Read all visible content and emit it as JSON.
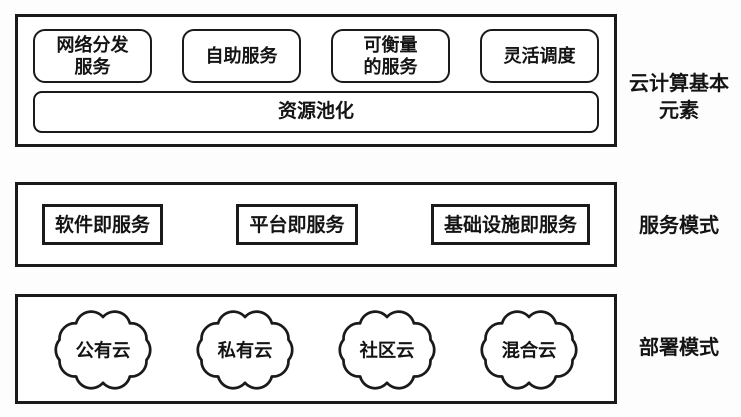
{
  "colors": {
    "line": "#1a1a1a",
    "background": "#ffffff",
    "text": "#141414"
  },
  "sections": [
    {
      "label": "云计算基本\n元素",
      "boxes": [
        "网络分发\n服务",
        "自助服务",
        "可衡量\n的服务",
        "灵活调度"
      ],
      "pool_box": "资源池化"
    },
    {
      "label": "服务模式",
      "boxes": [
        "软件即服务",
        "平台即服务",
        "基础设施即服务"
      ]
    },
    {
      "label": "部署模式",
      "clouds": [
        "公有云",
        "私有云",
        "社区云",
        "混合云"
      ]
    }
  ]
}
